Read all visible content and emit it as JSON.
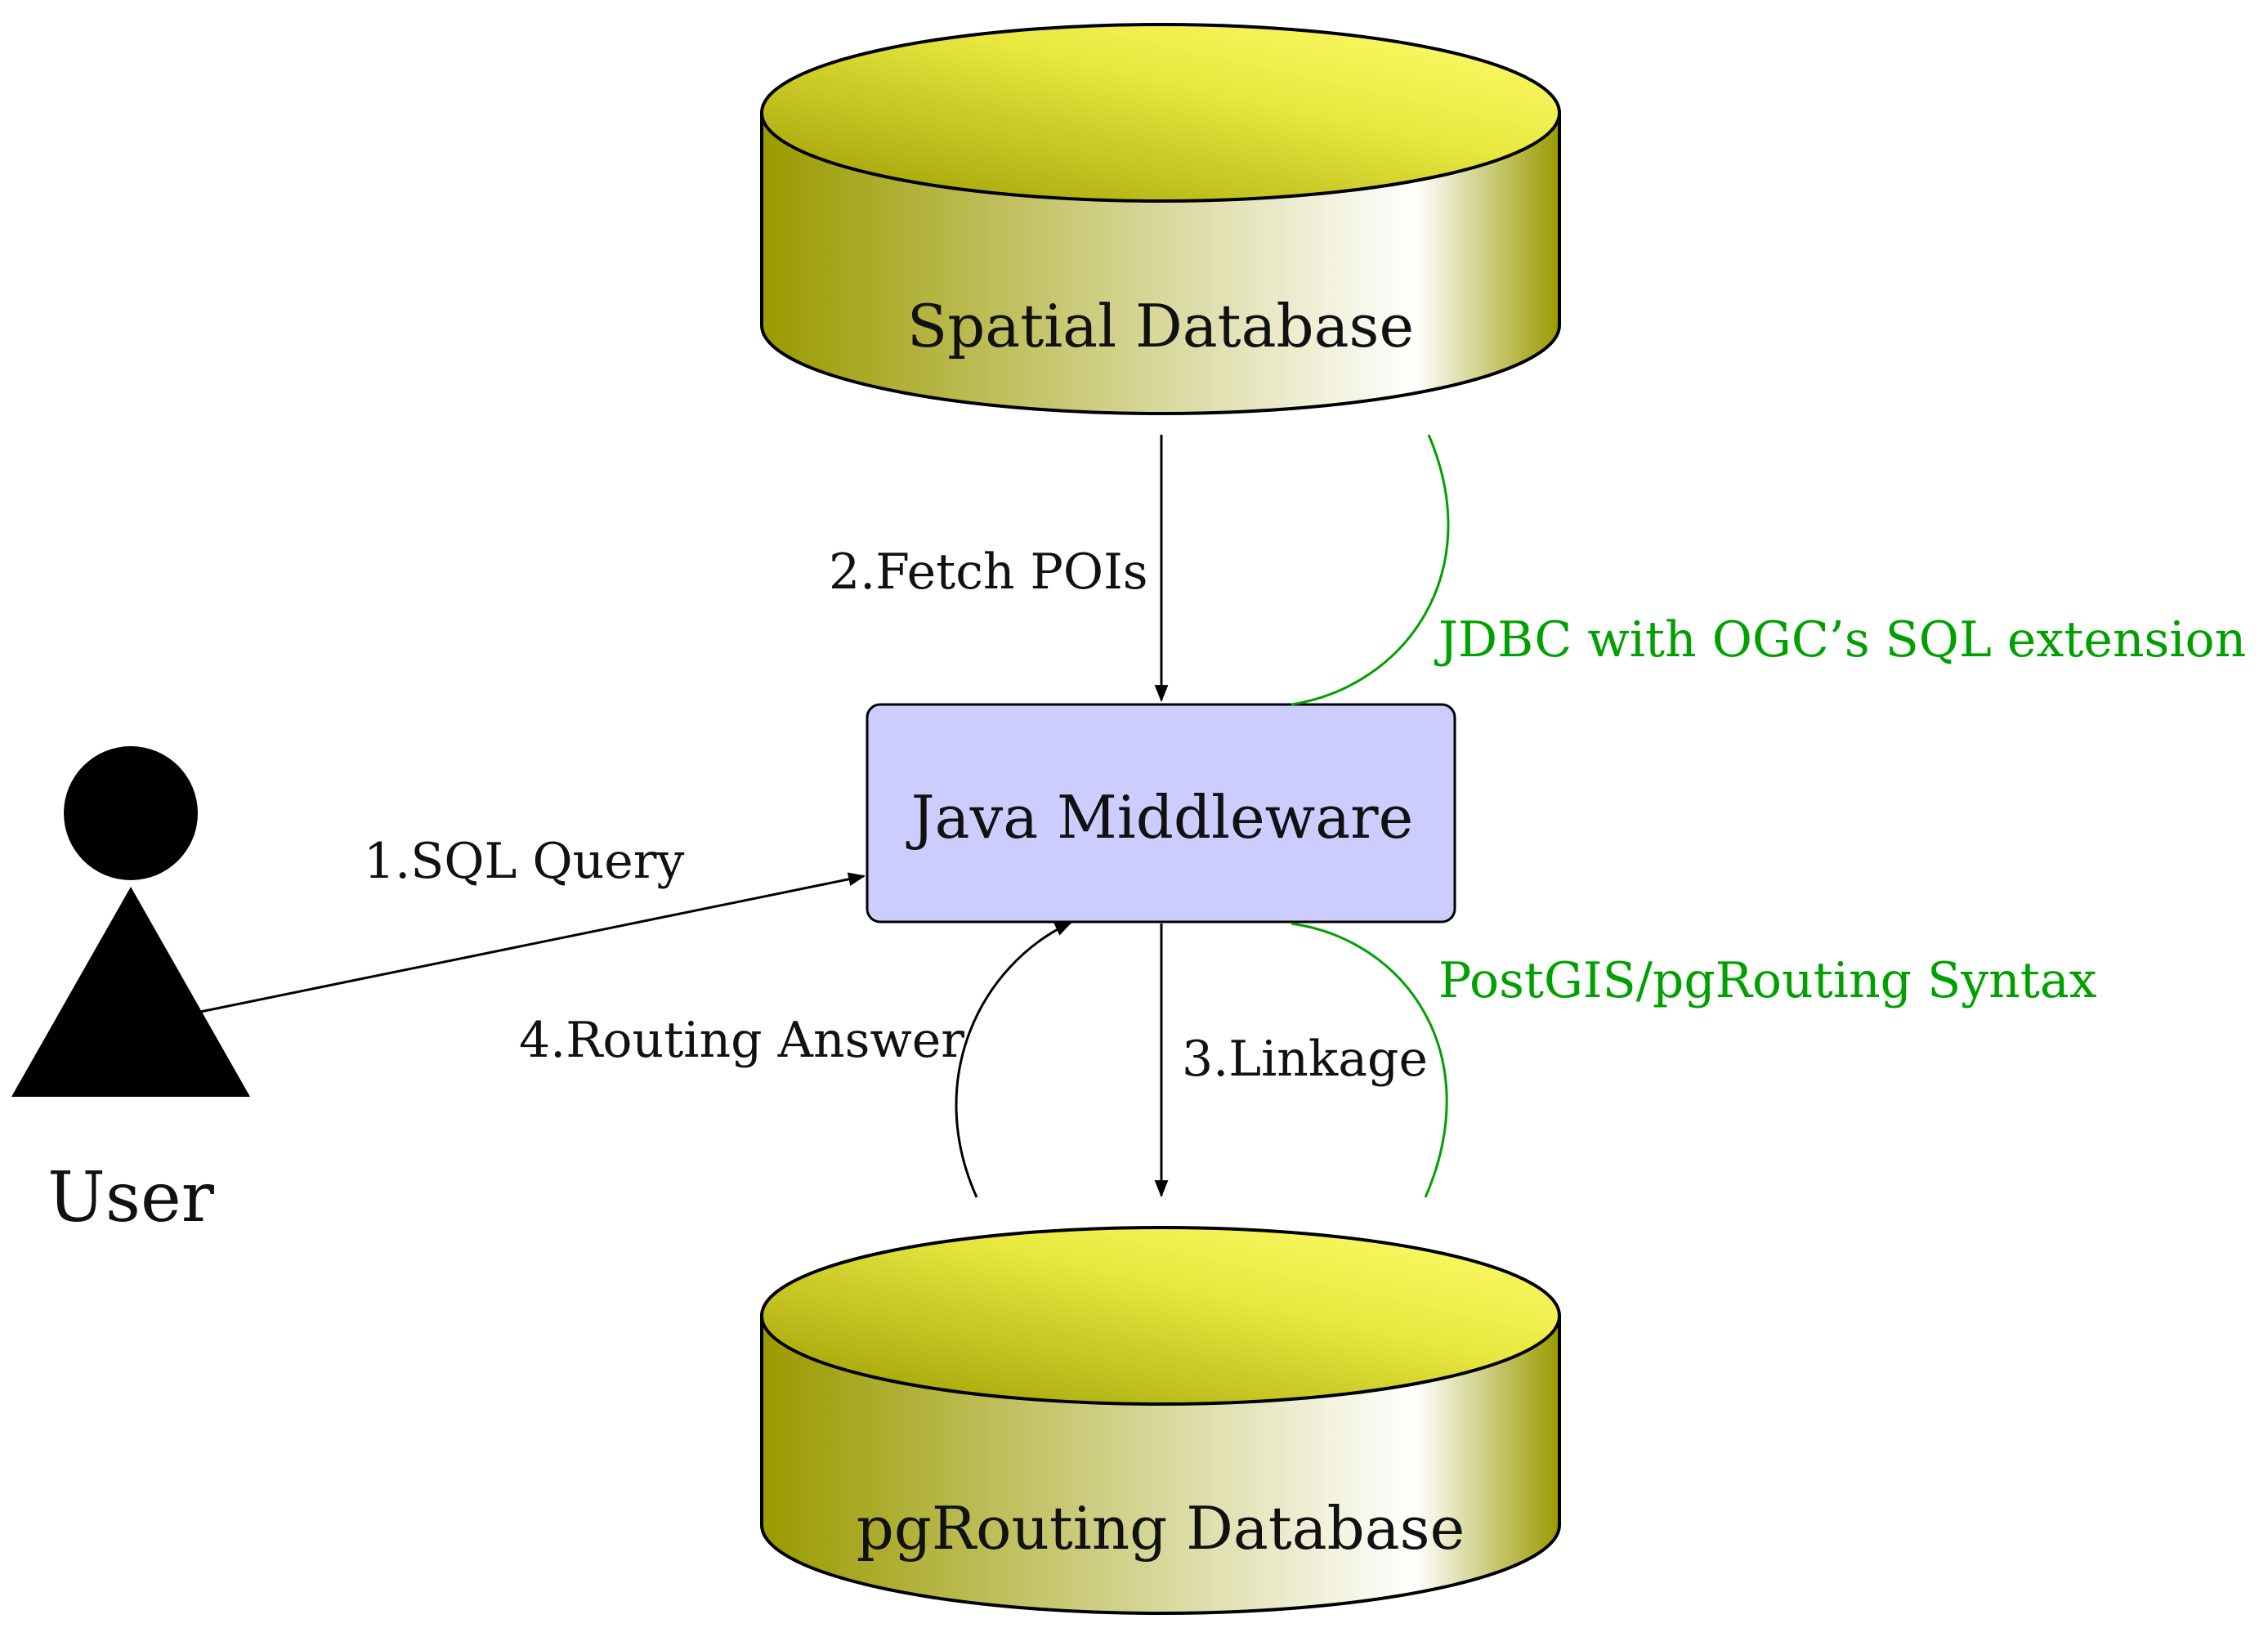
{
  "nodes": {
    "spatial_db": {
      "label": "Spatial Database"
    },
    "middleware": {
      "label": "Java Middleware"
    },
    "routing_db": {
      "label": "pgRouting Database"
    },
    "user": {
      "label": "User"
    }
  },
  "edges": {
    "sql_query": {
      "label": "1.SQL Query"
    },
    "fetch_pois": {
      "label": "2.Fetch POIs"
    },
    "linkage": {
      "label": "3.Linkage"
    },
    "routing_answer": {
      "label": "4.Routing Answer"
    }
  },
  "annotations": {
    "jdbc": {
      "label": "JDBC with OGC’s SQL extension"
    },
    "postgis": {
      "label": "PostGIS/pgRouting Syntax"
    }
  },
  "colors": {
    "cylinder_dark": "#9a9a00",
    "cylinder_light": "#ffffff",
    "cylinder_top_light": "#ffff60",
    "middleware_fill": "#ccccff",
    "annotation": "#00a000",
    "stroke": "#000000"
  },
  "icons": {
    "user": "person-icon"
  }
}
